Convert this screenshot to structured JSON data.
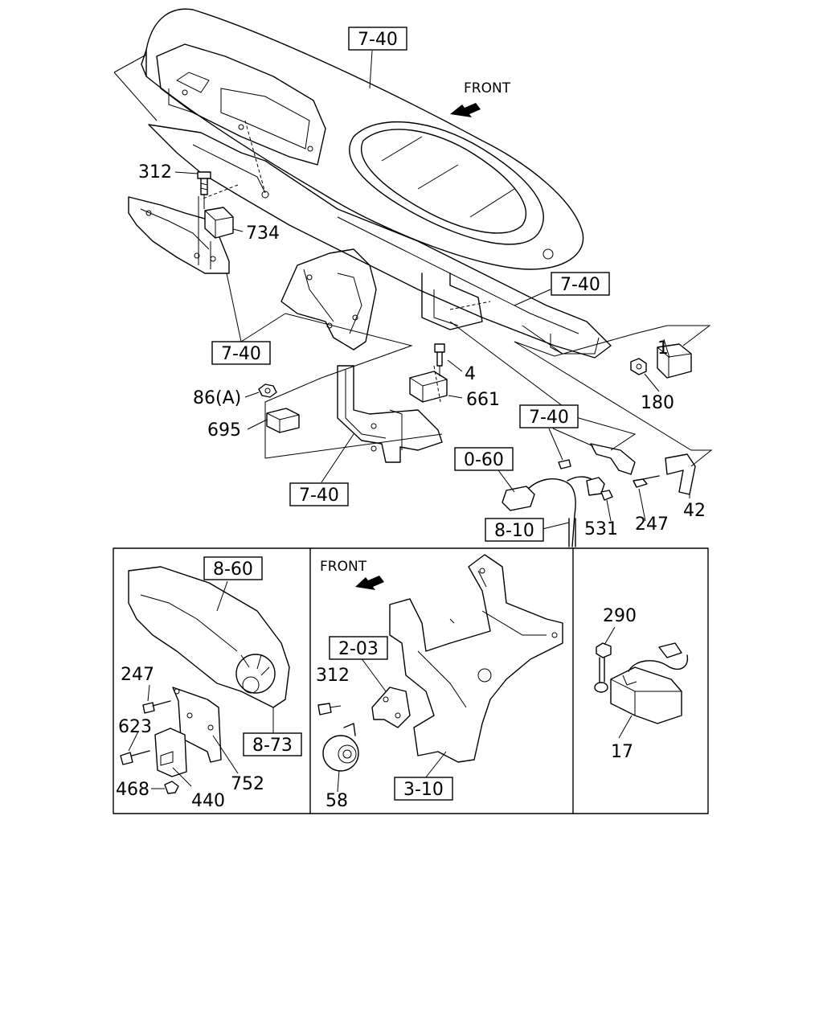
{
  "main": {
    "front_label": "FRONT",
    "refs": {
      "r740_top": "7-40",
      "r740_mid": "7-40",
      "r740_left": "7-40",
      "r740_center": "7-40",
      "r740_bottom": "7-40",
      "r060": "0-60",
      "r810": "8-10"
    },
    "parts": {
      "p312": "312",
      "p734": "734",
      "p4": "4",
      "p661": "661",
      "p86a": "86(A)",
      "p695": "695",
      "p1": "1",
      "p180": "180",
      "p42": "42",
      "p247": "247",
      "p531": "531"
    }
  },
  "inset_left": {
    "refs": {
      "r860": "8-60",
      "r873": "8-73"
    },
    "parts": {
      "p247": "247",
      "p623": "623",
      "p468": "468",
      "p440": "440",
      "p752": "752"
    }
  },
  "inset_middle": {
    "front_label": "FRONT",
    "refs": {
      "r203": "2-03",
      "r310": "3-10"
    },
    "parts": {
      "p312": "312",
      "p58": "58"
    }
  },
  "inset_right": {
    "parts": {
      "p290": "290",
      "p17": "17"
    }
  }
}
